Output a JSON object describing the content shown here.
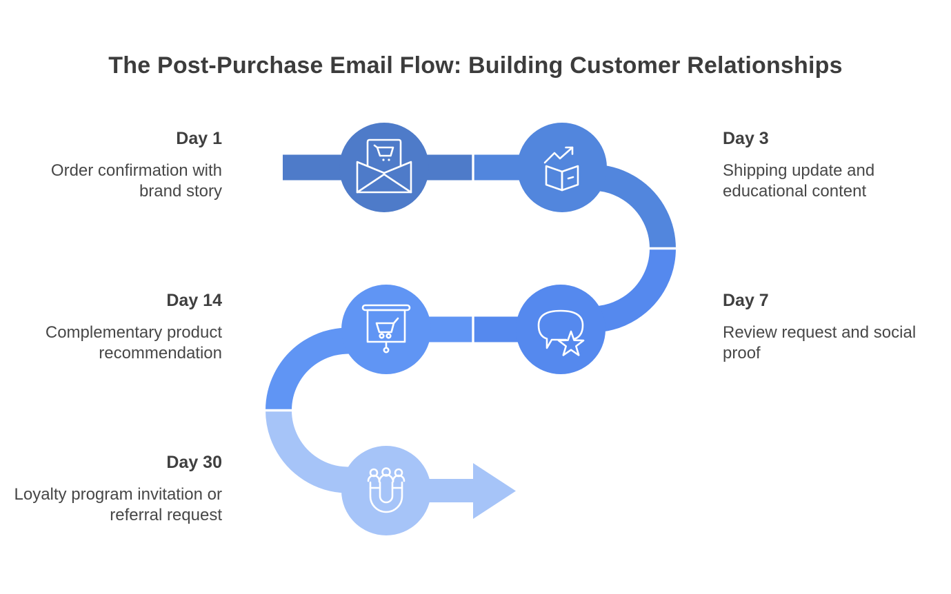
{
  "title": "The Post-Purchase Email Flow: Building Customer Relationships",
  "flow": {
    "nodes": [
      {
        "day": "Day 1",
        "description": "Order confirmation with brand story",
        "icon": "envelope-order-icon",
        "color": "#4e7bc9",
        "side": "left"
      },
      {
        "day": "Day 3",
        "description": "Shipping update and educational content",
        "icon": "shipping-box-growth-icon",
        "color": "#5286dd",
        "side": "right"
      },
      {
        "day": "Day 7",
        "description": "Review request and social proof",
        "icon": "review-bubble-star-icon",
        "color": "#5589ee",
        "side": "right"
      },
      {
        "day": "Day 14",
        "description": "Complementary product recommendation",
        "icon": "product-presentation-cart-icon",
        "color": "#6095f4",
        "side": "left"
      },
      {
        "day": "Day 30",
        "description": "Loyalty program invitation or referral request",
        "icon": "loyalty-magnet-audience-icon",
        "color": "#a6c4f8",
        "side": "left"
      }
    ],
    "icon_stroke": "#ffffff",
    "divider_color": "#ffffff",
    "arrow_color": "#a6c4f8",
    "text_colors": {
      "title": "#3c3c3c",
      "day_label": "#3f3f3f",
      "description": "#474747"
    },
    "background": "#ffffff"
  }
}
